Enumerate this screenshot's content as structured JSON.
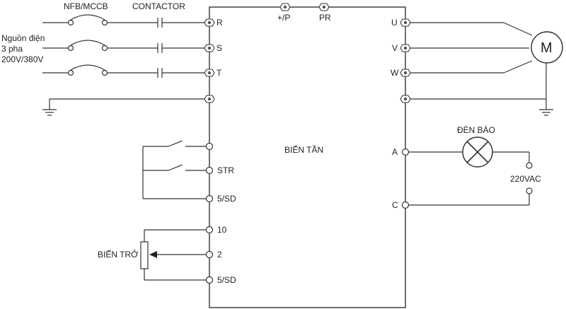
{
  "labels": {
    "breaker": "NFB/MCCB",
    "contactor": "CONTACTOR",
    "power_line1": "Nguồn điện",
    "power_line2": "3 pha",
    "power_line3": "200V/380V",
    "inverter": "BIẾN TẦN",
    "pot": "BIẾN TRỞ",
    "lamp": "ĐÈN BÁO",
    "ac": "220VAC",
    "motor": "M"
  },
  "terminals": {
    "input": [
      "R",
      "S",
      "T"
    ],
    "dc": [
      "+/P",
      "PR"
    ],
    "output": [
      "U",
      "V",
      "W"
    ],
    "control": [
      "STR",
      "5/SD",
      "10",
      "2",
      "5/SD"
    ],
    "relay": [
      "A",
      "C"
    ]
  }
}
